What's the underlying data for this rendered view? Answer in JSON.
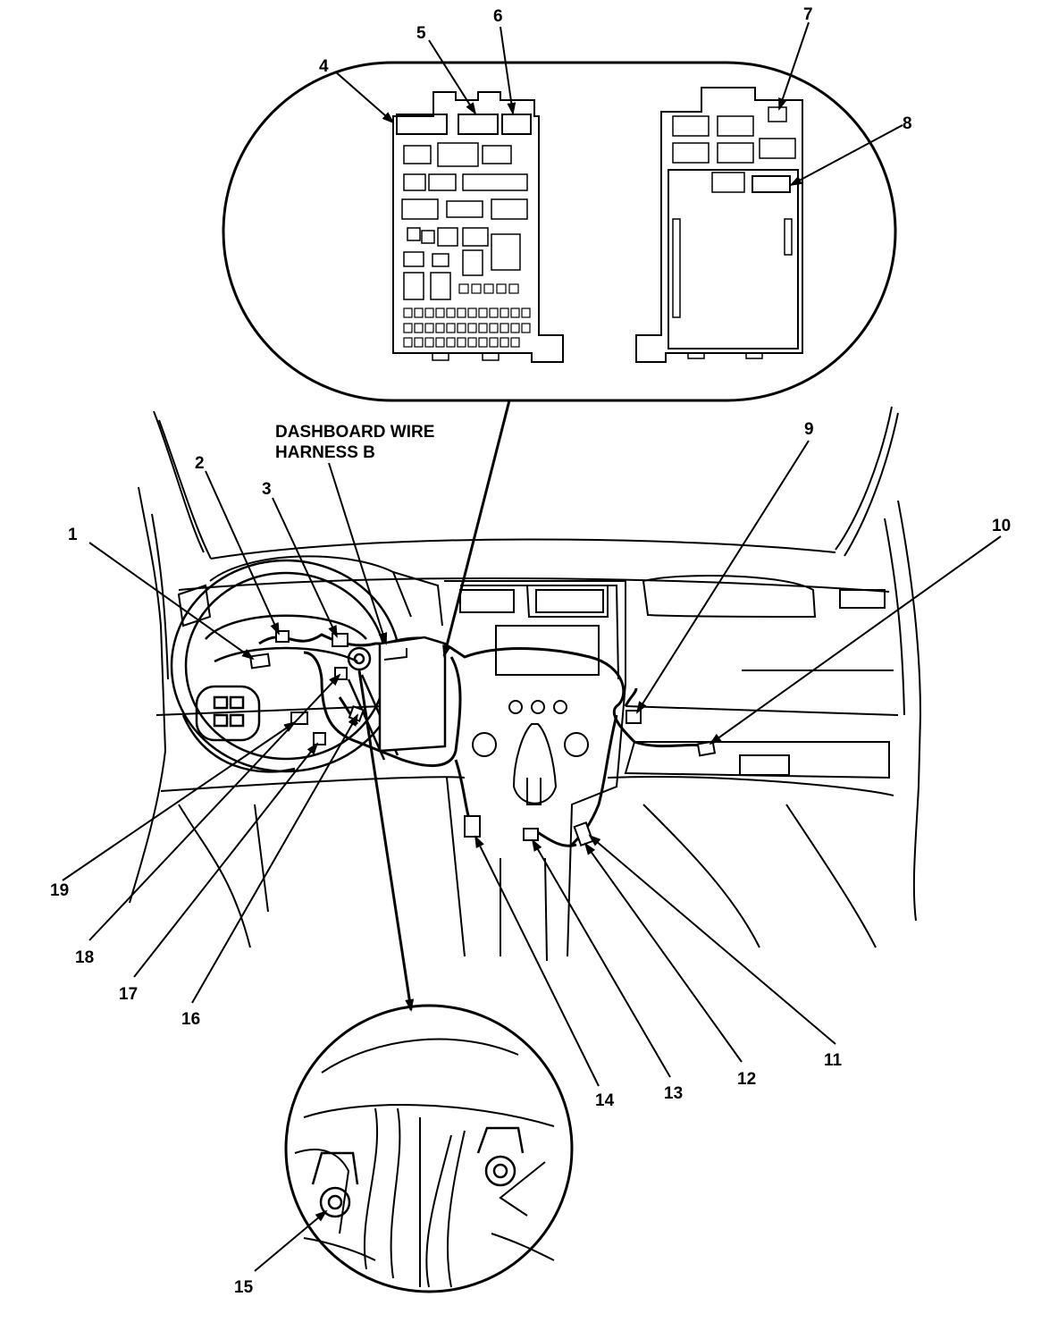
{
  "title_lines": [
    "DASHBOARD WIRE",
    "HARNESS B"
  ],
  "callouts": [
    "1",
    "2",
    "3",
    "4",
    "5",
    "6",
    "7",
    "8",
    "9",
    "10",
    "11",
    "12",
    "13",
    "14",
    "15",
    "16",
    "17",
    "18",
    "19"
  ],
  "colors": {
    "ink": "#000000",
    "paper": "#ffffff"
  }
}
